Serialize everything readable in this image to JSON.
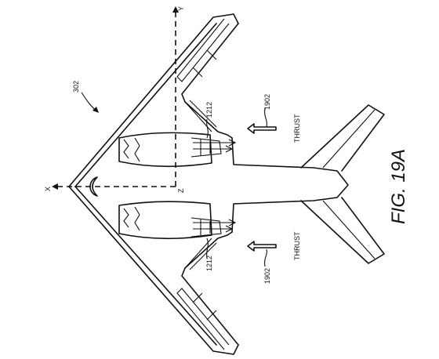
{
  "figure_label": "FIG. 19A",
  "aircraft_ref": "302",
  "axes": {
    "x": "X",
    "y": "Y",
    "z": "Z"
  },
  "thrust": {
    "upper": {
      "label": "THRUST",
      "ref": "1902"
    },
    "lower": {
      "label": "THRUST",
      "ref": "1902"
    }
  },
  "nozzles": {
    "upper": {
      "ref": "1212"
    },
    "lower": {
      "ref": "1212"
    }
  }
}
